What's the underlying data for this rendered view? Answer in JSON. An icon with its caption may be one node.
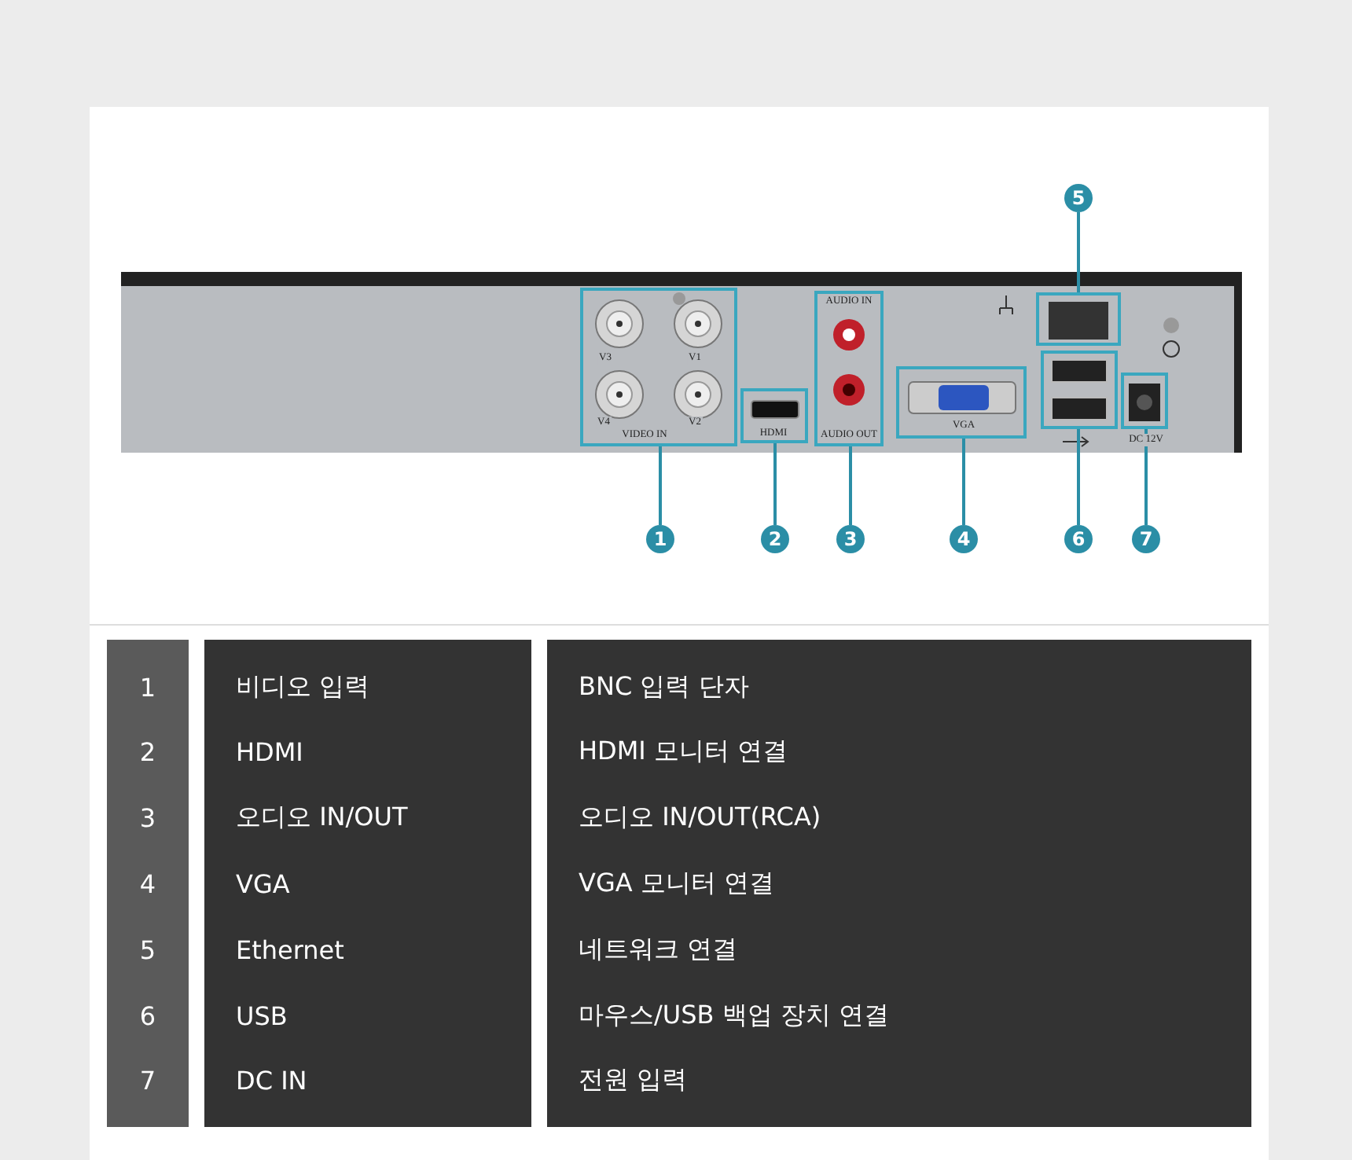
{
  "diagram": {
    "nodes": [
      {
        "text": [],
        "shape": "box"
      },
      {
        "text": [],
        "shape": "box"
      },
      {
        "text": [],
        "shape": "box"
      },
      {
        "text": [],
        "shape": "box"
      },
      {
        "text": [],
        "shape": "box"
      },
      {
        "text": [],
        "shape": "box"
      },
      {
        "text": [],
        "shape": "box"
      },
      {
        "text": [
          "5"
        ]
      },
      {
        "text": [
          "1"
        ]
      },
      {
        "text": [
          "2"
        ]
      },
      {
        "text": [
          "3"
        ]
      },
      {
        "text": [
          "4"
        ]
      },
      {
        "text": [
          "6"
        ]
      },
      {
        "text": [
          "7"
        ]
      }
    ],
    "edges": [
      {
        "from": 8,
        "to": 0,
        "arrow": "none"
      },
      {
        "from": 9,
        "to": 1,
        "arrow": "none"
      },
      {
        "from": 10,
        "to": 2,
        "arrow": "none"
      },
      {
        "from": 11,
        "to": 3,
        "arrow": "none"
      },
      {
        "from": 7,
        "to": 4,
        "arrow": "none"
      },
      {
        "from": 12,
        "to": 5,
        "arrow": "none"
      },
      {
        "from": 13,
        "to": 6,
        "arrow": "none"
      }
    ],
    "labels": [
      "AUDIO IN",
      "V3",
      "V1",
      "V4",
      "V2",
      "VIDEO IN",
      "HDMI",
      "AUDIO OUT",
      "VGA",
      "DC 12V",
      "1",
      "비디오 입력",
      "BNC 입력 단자",
      "2",
      "HDMI",
      "HDMI 모니터 연결",
      "3",
      "오디오 IN/OUT",
      "오디오 IN/OUT(RCA)",
      "4",
      "VGA",
      "VGA 모니터 연결",
      "5",
      "Ethernet",
      "네트워크 연결",
      "6",
      "USB",
      "마우스/USB 백업 장치 연결",
      "7",
      "DC IN",
      "전원 입력"
    ]
  }
}
